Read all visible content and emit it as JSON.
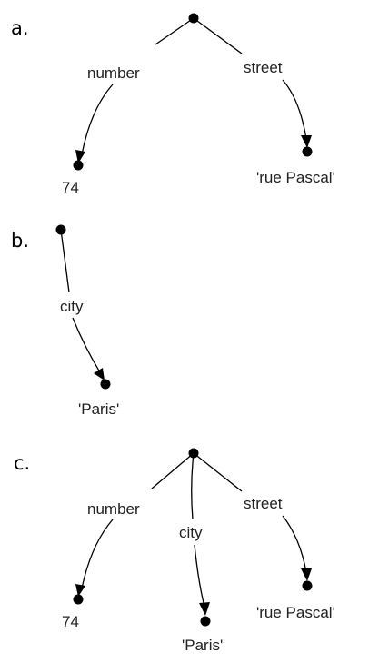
{
  "panels": [
    {
      "id": "a",
      "label": "a.",
      "edges": [
        {
          "label": "number",
          "target": "74"
        },
        {
          "label": "street",
          "target": "'rue Pascal'"
        }
      ]
    },
    {
      "id": "b",
      "label": "b.",
      "edges": [
        {
          "label": "city",
          "target": "'Paris'"
        }
      ]
    },
    {
      "id": "c",
      "label": "c.",
      "edges": [
        {
          "label": "number",
          "target": "74"
        },
        {
          "label": "city",
          "target": "'Paris'"
        },
        {
          "label": "street",
          "target": "'rue Pascal'"
        }
      ]
    }
  ],
  "colors": {
    "ink": "#000000",
    "text": "#222222",
    "background": "#ffffff"
  }
}
